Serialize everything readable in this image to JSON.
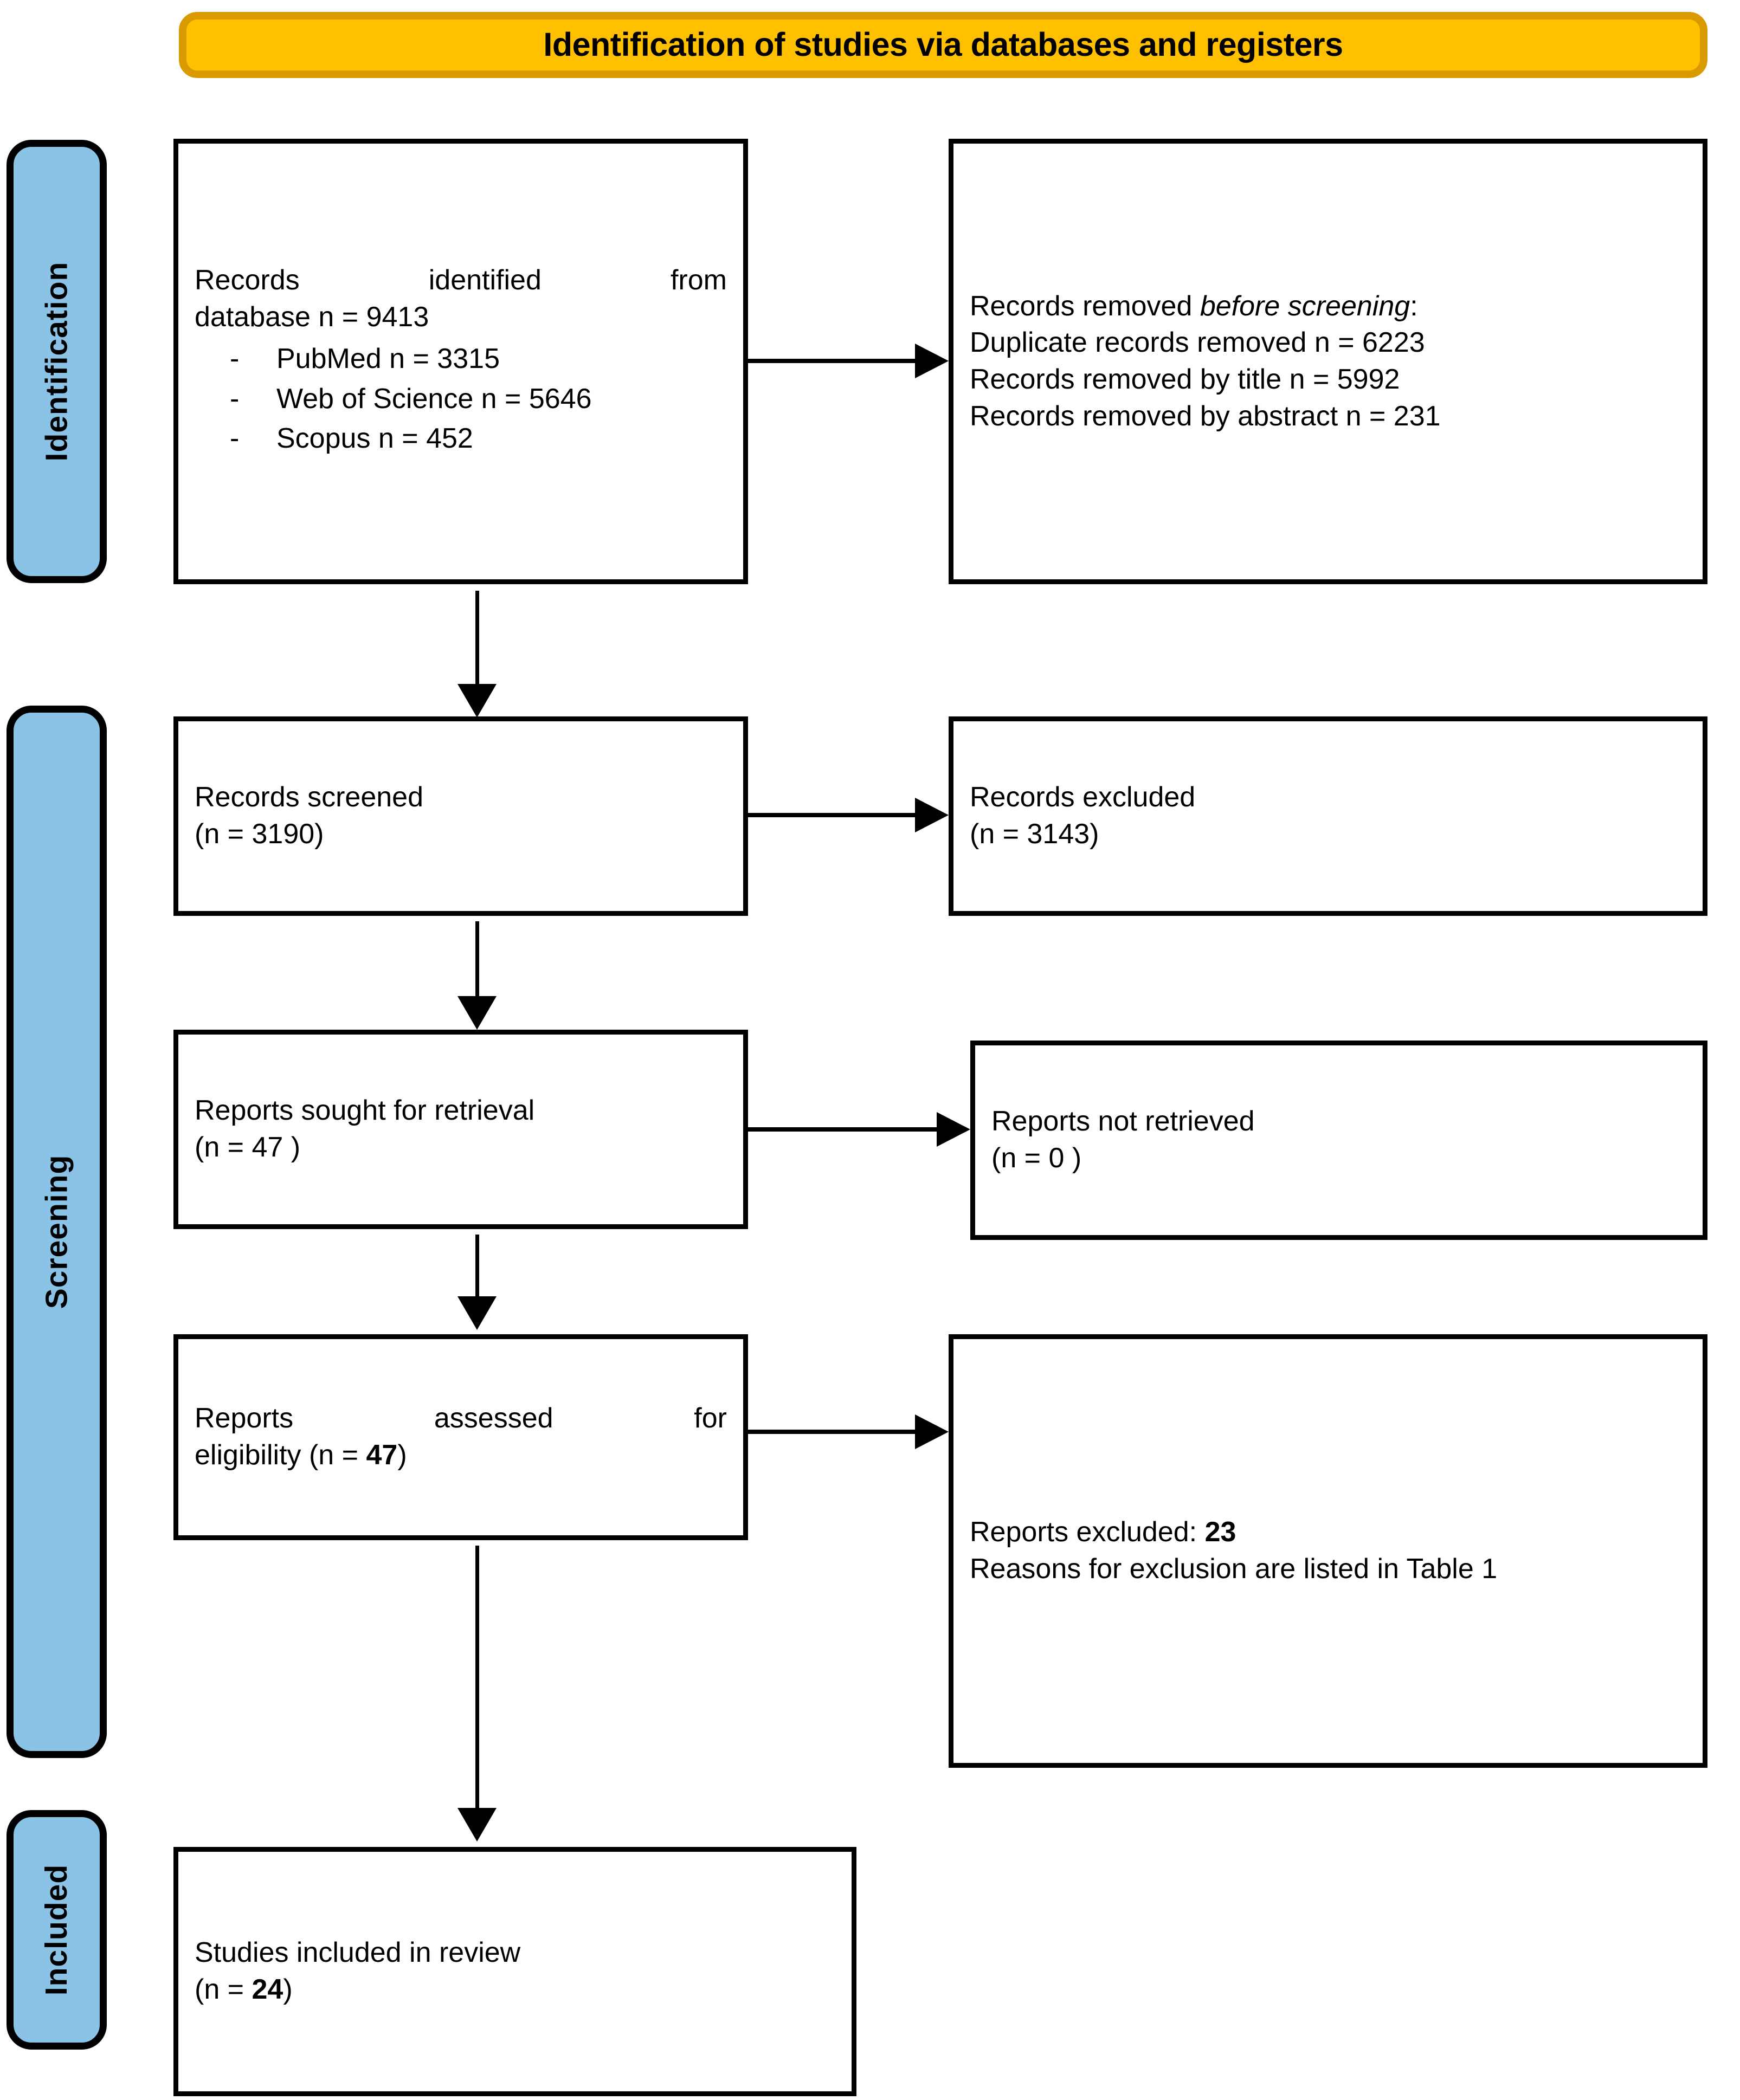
{
  "banner": {
    "title": "Identification of studies via databases and registers",
    "fill_color": "#FFC000",
    "border_color": "#D99A00"
  },
  "stages": {
    "fill_color": "#8AC3E5",
    "identification": "Identification",
    "screening": "Screening",
    "included": "Included"
  },
  "boxes": {
    "identified": {
      "line1": "Records identified from",
      "line2": "database n = 9413",
      "bullets": [
        "PubMed n = 3315",
        "Web of Science n = 5646",
        "Scopus n = 452"
      ]
    },
    "removed": {
      "line1_a": "Records removed ",
      "line1_b": "before screening",
      "line1_c": ":",
      "line2": "Duplicate records removed n = 6223",
      "line3": "Records removed by title n = 5992",
      "line4": "Records removed by abstract n = 231"
    },
    "screened": {
      "line1": "Records screened",
      "line2": "(n = 3190)"
    },
    "excluded": {
      "line1": "Records excluded",
      "line2": "(n = 3143)"
    },
    "sought": {
      "line1": "Reports sought for retrieval",
      "line2": "(n = 47 )"
    },
    "not_retrieved": {
      "line1": "Reports not retrieved",
      "line2": "(n = 0 )"
    },
    "assessed": {
      "line1": "Reports assessed for",
      "line2_a": "eligibility (n = ",
      "line2_b": "47",
      "line2_c": ")"
    },
    "reports_excluded": {
      "line1_a": "Reports excluded: ",
      "line1_b": "23",
      "line2": "Reasons for exclusion are listed in Table 1"
    },
    "studies_included": {
      "line1": "Studies included in review",
      "line2_a": "(n = ",
      "line2_b": "24",
      "line2_c": ")"
    }
  }
}
